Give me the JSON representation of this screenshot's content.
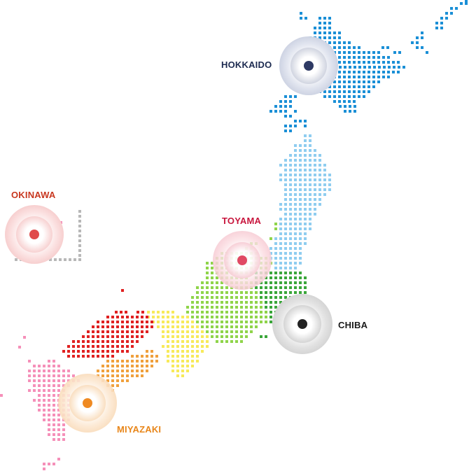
{
  "regions": [
    {
      "name": "HOKKAIDO",
      "label": "HOKKAIDO",
      "color": "#1a8fd6",
      "dot_color": "#2e3a64",
      "label_color": "#1c2a50",
      "theme": "blue"
    },
    {
      "name": "OKINAWA",
      "label": "OKINAWA",
      "color": "#f590b9",
      "dot_color": "#e04b4b",
      "label_color": "#c8371f",
      "theme": "red"
    },
    {
      "name": "TOYAMA",
      "label": "TOYAMA",
      "color": "#8fd44a",
      "dot_color": "#e04a63",
      "label_color": "#c8163d",
      "theme": "pink"
    },
    {
      "name": "CHIBA",
      "label": "CHIBA",
      "color": "#3aa63a",
      "dot_color": "#222222",
      "label_color": "#1a1a1a",
      "theme": "gray"
    },
    {
      "name": "MIYAZAKI",
      "label": "MIYAZAKI",
      "color": "#f0a03c",
      "dot_color": "#ef8a22",
      "label_color": "#e8861a",
      "theme": "orange"
    }
  ],
  "tile_colors": {
    "hokkaido": "#1a8fd6",
    "tohoku": "#8fcdf0",
    "chubu": "#8fd44a",
    "kanto": "#3aa63a",
    "kansai": "#f7ea5a",
    "chugoku": "#e02020",
    "shikoku": "#f0a03c",
    "kyushu": "#f590b9",
    "okinawa_frame": "#b8b8b8"
  }
}
